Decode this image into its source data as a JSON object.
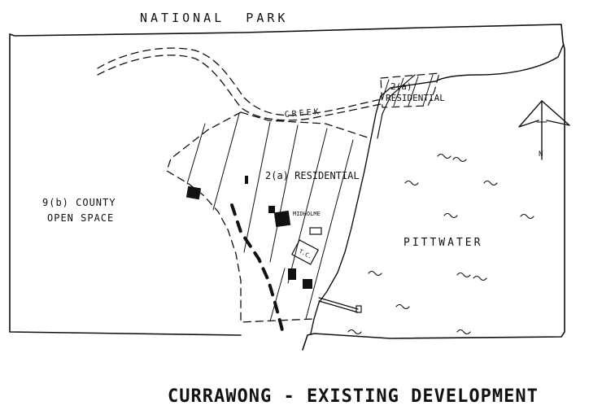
{
  "labels": {
    "top": "NATIONAL  PARK",
    "creek": "CREEK",
    "zone_small_line1": "2(a)",
    "zone_small_line2": "RESIDENTIAL",
    "zone_main": "2(a) RESIDENTIAL",
    "open_space_line1": "9(b) COUNTY",
    "open_space_line2": "OPEN SPACE",
    "building": "MIDHOLME",
    "tc": "T.C.",
    "water": "PITTWATER",
    "north": "N"
  },
  "title": "CURRAWONG - EXISTING DEVELOPMENT",
  "colors": {
    "ink": "#111111",
    "paper": "#ffffff"
  }
}
